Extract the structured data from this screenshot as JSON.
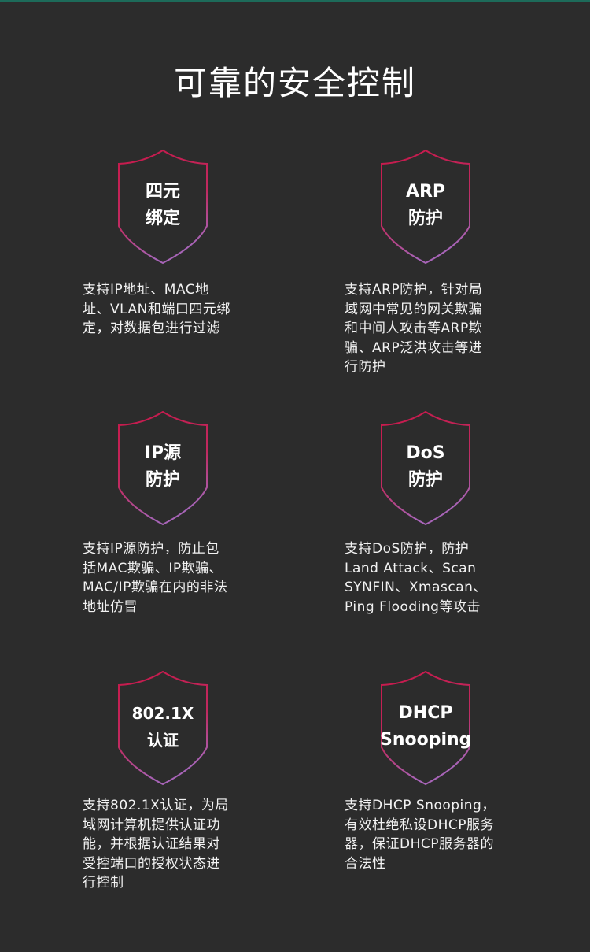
{
  "title": "可靠的安全控制",
  "colors": {
    "background": "#2c2c2c",
    "shield_top": "#c8184a",
    "shield_bottom": "#a864b8"
  },
  "features": [
    {
      "shield": [
        "四元",
        "绑定"
      ],
      "desc": [
        "支持IP地址、MAC地",
        "址、VLAN和端口四元绑",
        "定，对数据包进行过滤"
      ]
    },
    {
      "shield": [
        "ARP",
        "防护"
      ],
      "desc": [
        "支持ARP防护，针对局",
        "域网中常见的网关欺骗",
        "和中间人攻击等ARP欺",
        "骗、ARP泛洪攻击等进",
        "行防护"
      ]
    },
    {
      "shield": [
        "IP源",
        "防护"
      ],
      "desc": [
        "支持IP源防护，防止包",
        "括MAC欺骗、IP欺骗、",
        "MAC/IP欺骗在内的非法",
        "地址仿冒"
      ]
    },
    {
      "shield": [
        "DoS",
        "防护"
      ],
      "desc": [
        "支持DoS防护，防护",
        "Land Attack、Scan",
        "SYNFIN、Xmascan、",
        "Ping Flooding等攻击"
      ]
    },
    {
      "shield": [
        "802.1X",
        "认证"
      ],
      "desc": [
        "支持802.1X认证，为局",
        "域网计算机提供认证功",
        "能，并根据认证结果对",
        "受控端口的授权状态进",
        "行控制"
      ]
    },
    {
      "shield": [
        "DHCP",
        "Snooping"
      ],
      "desc": [
        "支持DHCP  Snooping，",
        "有效杜绝私设DHCP服务",
        "器，保证DHCP服务器的",
        "合法性"
      ]
    }
  ]
}
